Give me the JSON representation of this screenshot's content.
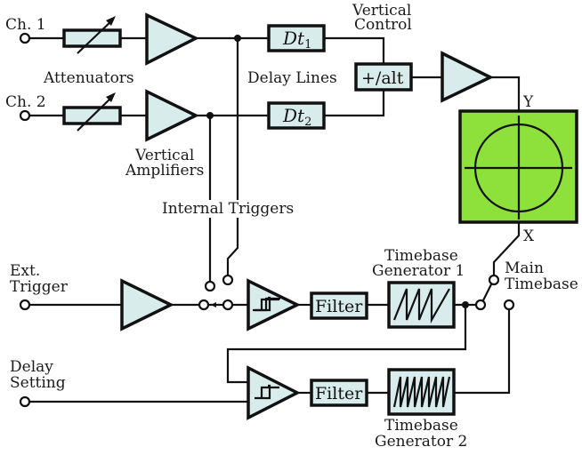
{
  "diagram": {
    "title": "Oscilloscope block diagram",
    "inputs": {
      "ch1": "Ch. 1",
      "ch2": "Ch. 2",
      "ext_trigger_line1": "Ext.",
      "ext_trigger_line2": "Trigger",
      "delay_setting_line1": "Delay",
      "delay_setting_line2": "Setting"
    },
    "labels": {
      "attenuators": "Attenuators",
      "vertical_amplifiers_line1": "Vertical",
      "vertical_amplifiers_line2": "Amplifiers",
      "delay_lines": "Delay Lines",
      "vertical_control_line1": "Vertical",
      "vertical_control_line2": "Control",
      "internal_triggers": "Internal Triggers",
      "timebase_gen1_line1": "Timebase",
      "timebase_gen1_line2": "Generator 1",
      "timebase_gen2_line1": "Timebase",
      "timebase_gen2_line2": "Generator 2",
      "main_timebase_line1": "Main",
      "main_timebase_line2": "Timebase",
      "y_axis": "Y",
      "x_axis": "X"
    },
    "blocks": {
      "delay1_main": "Dt",
      "delay1_sub": "1",
      "delay2_main": "Dt",
      "delay2_sub": "2",
      "vertical_mode": "+/alt",
      "filter1": "Filter",
      "filter2": "Filter"
    },
    "colors": {
      "block_fill": "#d9ecec",
      "screen_fill": "#8ee03a",
      "line": "#111111"
    }
  }
}
